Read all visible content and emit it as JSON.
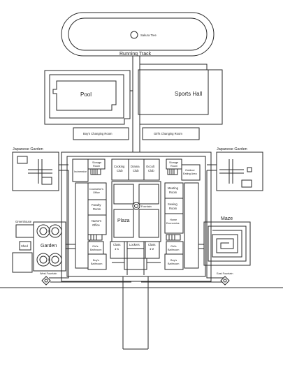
{
  "labels": {
    "sakura_tree": "Sakura Tree",
    "running_track": "Running Track",
    "pool": "Pool",
    "sports_hall": "Sports Hall",
    "boys_changing": "Boy's Changing Room",
    "girls_changing": "Girl's Changing Room",
    "japanese_garden_left": "Japanese Garden",
    "japanese_garden_right": "Japanese Garden",
    "storage_left_1": "Storage",
    "storage_left_2": "Room",
    "incinerator": "Incinerator",
    "cooking_club_1": "Cooking",
    "cooking_club_2": "Club",
    "drama_club_1": "Drama",
    "drama_club_2": "Club",
    "occult_club_1": "Occult",
    "occult_club_2": "Club",
    "storage_right_1": "Storage",
    "storage_right_2": "Room",
    "outdoor_eating_1": "Outdoor",
    "outdoor_eating_2": "Eating Area",
    "counselors_1": "Counselor's",
    "counselors_2": "Office",
    "fountain": "Fountain",
    "faculty_1": "Faculty",
    "faculty_2": "Room",
    "meeting_1": "Meeting",
    "meeting_2": "Room",
    "plaza": "Plaza",
    "sewing_1": "Sewing",
    "sewing_2": "Room",
    "nurses_1": "Nurse's",
    "nurses_2": "Office",
    "home_ec_1": "Home",
    "home_ec_2": "Economics",
    "greenhouse": "Greenhouse",
    "shed": "Shed",
    "garden": "Garden",
    "maze": "Maze",
    "girls_bath_left_1": "Girl's",
    "girls_bath_left_2": "Bathroom",
    "class_1_1a": "Class",
    "class_1_1b": "1-1",
    "lockers": "Lockers",
    "class_1_2a": "Class",
    "class_1_2b": "1-2",
    "girls_bath_right_1": "Girl's",
    "girls_bath_right_2": "Bathroom",
    "boys_bath_left_1": "Boy's",
    "boys_bath_left_2": "Bathroom",
    "boys_bath_right_1": "Boy's",
    "boys_bath_right_2": "Bathroom",
    "west_fountain": "West Fountain",
    "east_fountain": "East Fountain"
  },
  "colors": {
    "line": "#2a2a2a",
    "background": "#ffffff"
  }
}
